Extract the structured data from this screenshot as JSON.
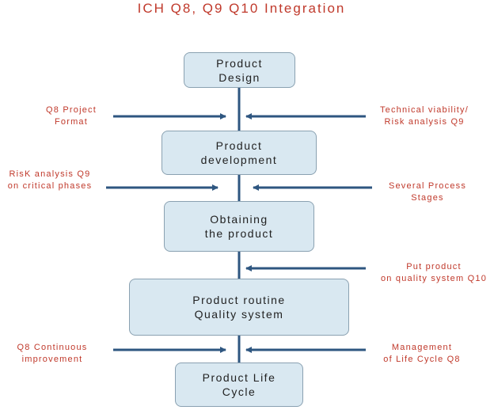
{
  "title": "ICH Q8, Q9 Q10 Integration",
  "colors": {
    "box_fill": "#d9e8f1",
    "box_border": "#8aa1b1",
    "arrow": "#2e5680",
    "label_text": "#c0392b"
  },
  "flow_boxes": [
    {
      "line1": "Product",
      "line2": "Design"
    },
    {
      "line1": "Product",
      "line2": "development"
    },
    {
      "line1": "Obtaining",
      "line2": "the product"
    },
    {
      "line1": "Product routine",
      "line2": "Quality system"
    },
    {
      "line1": "Product Life",
      "line2": "Cycle"
    }
  ],
  "left_inputs": [
    {
      "line1": "Q8 Project",
      "line2": "Format"
    },
    {
      "line1": "RisK analysis Q9",
      "line2": "on critical phases"
    },
    {
      "line1": "Q8 Continuous",
      "line2": "improvement"
    }
  ],
  "right_inputs": [
    {
      "line1": "Technical viability/",
      "line2": "Risk analysis Q9"
    },
    {
      "line1": "Several Process",
      "line2": "Stages"
    },
    {
      "line1": "Put product",
      "line2": "on quality system Q10"
    },
    {
      "line1": "Management",
      "line2": "of Life Cycle Q8"
    }
  ]
}
